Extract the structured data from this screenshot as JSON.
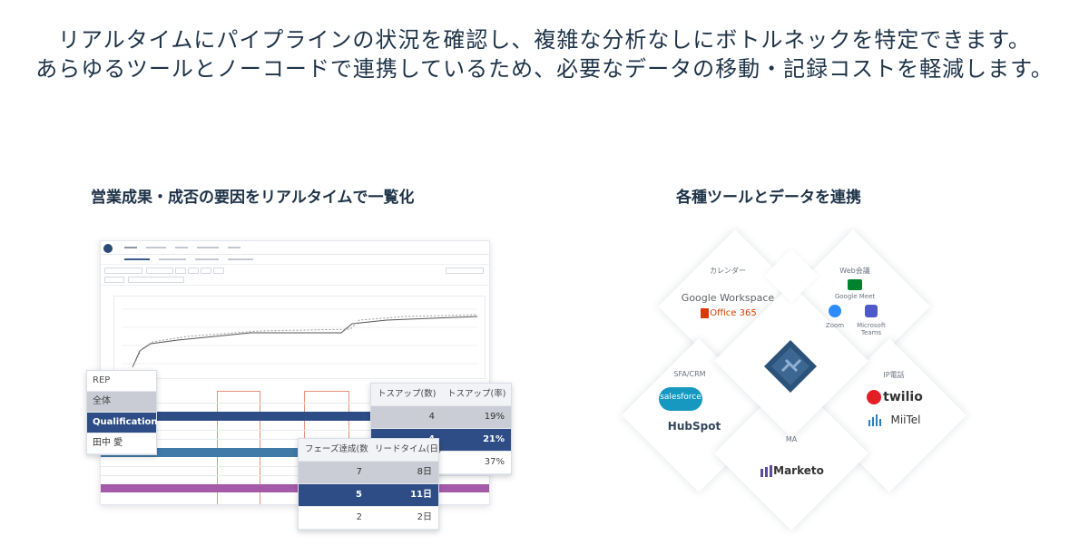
{
  "headline": {
    "line1": "リアルタイムにパイプラインの状況を確認し、複雑な分析なしにボトルネックを特定できます。",
    "line2": "あらゆるツールとノーコードで連携しているため、必要なデータの移動・記録コストを軽減します。"
  },
  "left_section": {
    "title": "営業成果・成否の要因をリアルタイムで一覧化",
    "rep_filter": {
      "header": "REP",
      "options": [
        "全体",
        "Qualification",
        "田中 愛"
      ],
      "selected": "Qualification"
    },
    "toss_card": {
      "headers": [
        "トスアップ(数)",
        "トスアップ(率)"
      ],
      "rows": [
        [
          "4",
          "19%"
        ],
        [
          "4",
          "21%"
        ],
        [
          "",
          "37%"
        ]
      ]
    },
    "phase_card": {
      "headers": [
        "フェーズ達成(数)",
        "リードタイム(日)"
      ],
      "rows": [
        [
          "7",
          "8日"
        ],
        [
          "5",
          "11日"
        ],
        [
          "2",
          "2日"
        ]
      ]
    }
  },
  "right_section": {
    "title": "各種ツールとデータを連携",
    "categories": {
      "calendar": "カレンダー",
      "web_meeting": "Web会議",
      "sfa_crm": "SFA/CRM",
      "ip_phone": "IP電話",
      "ma": "MA"
    },
    "tools": {
      "google_workspace": "Google Workspace",
      "office365": "Office 365",
      "google_meet": "Google Meet",
      "zoom": "Zoom",
      "teams": "Microsoft Teams",
      "salesforce": "salesforce",
      "hubspot": "HubSpot",
      "twilio": "twilio",
      "miitel": "MiiTel",
      "marketo": "Marketo"
    },
    "colors": {
      "google_blue": "#4285f4",
      "office_orange": "#d83b01",
      "salesforce": "#1798c1",
      "hubspot": "#33475b",
      "twilio": "#e31e26",
      "miitel": "#333333",
      "marketo": "#5c4c9f",
      "center_logo": "#2b5279"
    }
  }
}
